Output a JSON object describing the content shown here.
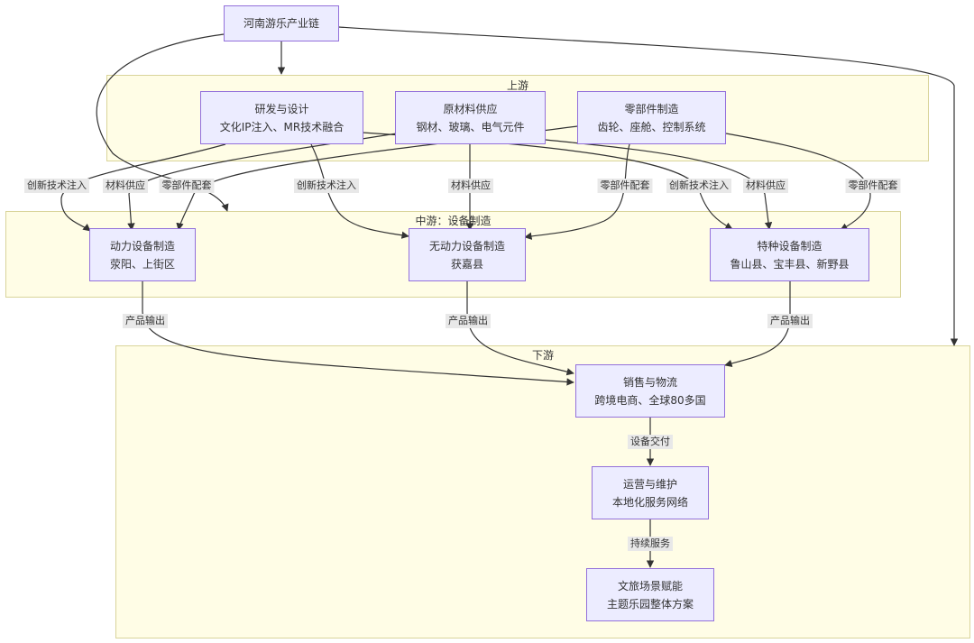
{
  "root": {
    "label": "河南游乐产业链"
  },
  "upstream": {
    "title": "上游",
    "rnd": {
      "title": "研发与设计",
      "detail": "文化IP注入、MR技术融合"
    },
    "materials": {
      "title": "原材料供应",
      "detail": "钢材、玻璃、电气元件"
    },
    "parts": {
      "title": "零部件制造",
      "detail": "齿轮、座舱、控制系统"
    }
  },
  "midstream": {
    "title": "中游：设备制造",
    "powered": {
      "title": "动力设备制造",
      "detail": "荥阳、上街区"
    },
    "unpowered": {
      "title": "无动力设备制造",
      "detail": "获嘉县"
    },
    "special": {
      "title": "特种设备制造",
      "detail": "鲁山县、宝丰县、新野县"
    }
  },
  "downstream": {
    "title": "下游",
    "sales": {
      "title": "销售与物流",
      "detail": "跨境电商、全球80多国"
    },
    "ops": {
      "title": "运营与维护",
      "detail": "本地化服务网络"
    },
    "scenes": {
      "title": "文旅场景赋能",
      "detail": "主题乐园整体方案"
    }
  },
  "edge_labels": {
    "l1": "创新技术注入",
    "l2": "材料供应",
    "l3": "零部件配套",
    "l4": "创新技术注入",
    "l5": "材料供应",
    "l6": "零部件配套",
    "l7": "创新技术注入",
    "l8": "材料供应",
    "l9": "零部件配套",
    "p1": "产品输出",
    "p2": "产品输出",
    "p3": "产品输出",
    "d1": "设备交付",
    "d2": "持续服务"
  }
}
